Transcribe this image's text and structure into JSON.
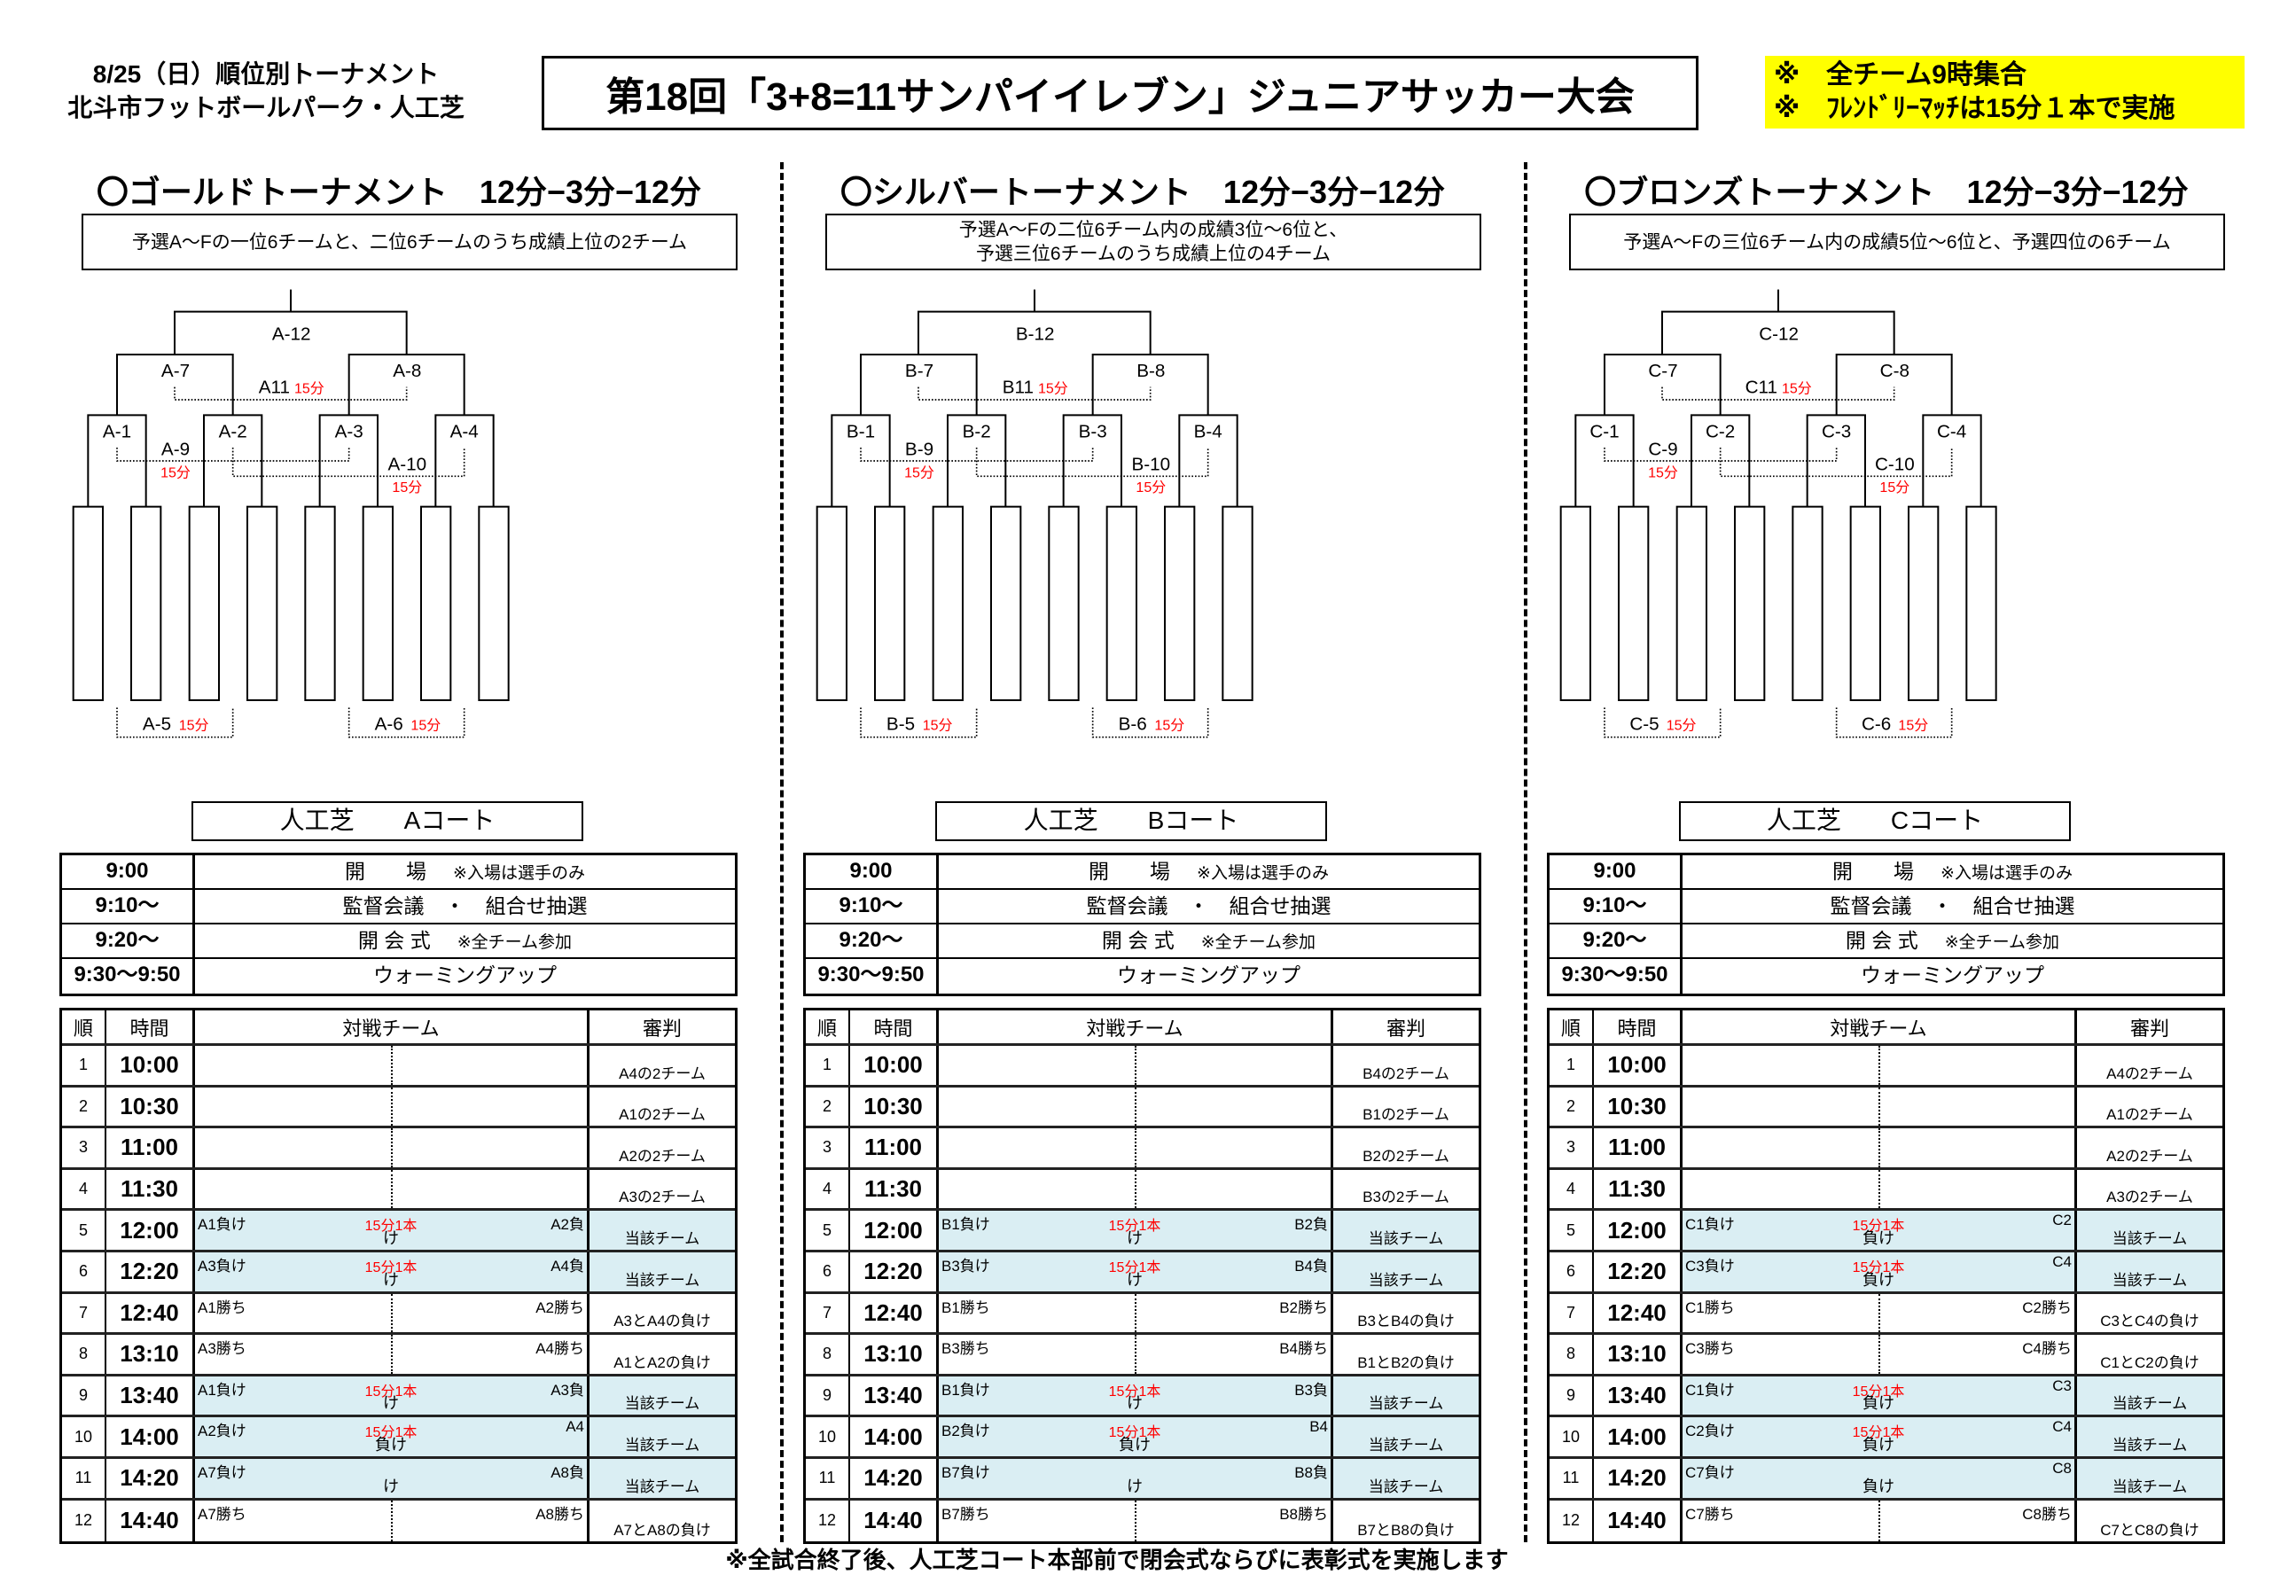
{
  "header": {
    "venue_lines": [
      "8/25（日）順位別トーナメント",
      "北斗市フットボールパーク・人工芝"
    ],
    "title": "第18回「3+8=11サンパイイレブン」ジュニアサッカー大会",
    "notices": [
      "※　全チーム9時集合",
      "※　ﾌﾚﾝﾄﾞﾘｰﾏｯﾁは15分１本で実施"
    ]
  },
  "footer": "※全試合終了後、人工芝コート本部前で閉会式ならびに表彰式を実施します",
  "colors": {
    "notice_bg": "#ffff00",
    "shaded_row": "#daeef3",
    "note_red": "#ff0000"
  },
  "schedule_header": {
    "no": "順",
    "time": "時間",
    "match": "対戦チーム",
    "referee": "審判"
  },
  "sections": [
    {
      "title": "〇ゴールドトーナメント　12分−3分−12分",
      "description": [
        "予選A～Fの一位6チームと、二位6チームのうち成績上位の2チーム"
      ],
      "bracket": {
        "final": "A-12",
        "semi": [
          "A-7",
          "A-8"
        ],
        "first": [
          "A-1",
          "A-2",
          "A-3",
          "A-4"
        ],
        "m11": "A11",
        "m9": "A-9",
        "m10": "A-10",
        "m5": "A-5",
        "m6": "A-6",
        "minutes": "15分"
      },
      "court": "人工芝　　Aコート",
      "timetable": [
        {
          "time": "9:00",
          "event": "開　　場",
          "note": "※入場は選手のみ"
        },
        {
          "time": "9:10〜",
          "event": "監督会議　・　組合せ抽選",
          "note": ""
        },
        {
          "time": "9:20〜",
          "event": "開 会 式",
          "note": "※全チーム参加"
        },
        {
          "time": "9:30〜9:50",
          "event": "ウォーミングアップ",
          "note": ""
        }
      ],
      "matches": [
        {
          "no": "1",
          "time": "10:00",
          "left": "",
          "note": "",
          "right": "",
          "bottom": "",
          "referee": "A4の2チーム",
          "shaded": false
        },
        {
          "no": "2",
          "time": "10:30",
          "left": "",
          "note": "",
          "right": "",
          "bottom": "",
          "referee": "A1の2チーム",
          "shaded": false
        },
        {
          "no": "3",
          "time": "11:00",
          "left": "",
          "note": "",
          "right": "",
          "bottom": "",
          "referee": "A2の2チーム",
          "shaded": false
        },
        {
          "no": "4",
          "time": "11:30",
          "left": "",
          "note": "",
          "right": "",
          "bottom": "",
          "referee": "A3の2チーム",
          "shaded": false
        },
        {
          "no": "5",
          "time": "12:00",
          "left": "A1負け",
          "note": "15分1本",
          "right": "A2負",
          "bottom": "け",
          "referee": "当該チーム",
          "shaded": true
        },
        {
          "no": "6",
          "time": "12:20",
          "left": "A3負け",
          "note": "15分1本",
          "right": "A4負",
          "bottom": "け",
          "referee": "当該チーム",
          "shaded": true
        },
        {
          "no": "7",
          "time": "12:40",
          "left": "A1勝ち",
          "note": "",
          "right": "A2勝ち",
          "bottom": "",
          "referee": "A3とA4の負け",
          "shaded": false
        },
        {
          "no": "8",
          "time": "13:10",
          "left": "A3勝ち",
          "note": "",
          "right": "A4勝ち",
          "bottom": "",
          "referee": "A1とA2の負け",
          "shaded": false
        },
        {
          "no": "9",
          "time": "13:40",
          "left": "A1負け",
          "note": "15分1本",
          "right": "A3負",
          "bottom": "け",
          "referee": "当該チーム",
          "shaded": true
        },
        {
          "no": "10",
          "time": "14:00",
          "left": " A2負け",
          "note": "15分1本",
          "right": "A4",
          "bottom": "負け",
          "referee": "当該チーム",
          "shaded": true
        },
        {
          "no": "11",
          "time": "14:20",
          "left": "A7負け",
          "note": "",
          "right": "A8負",
          "bottom": "け",
          "referee": "当該チーム",
          "shaded": true
        },
        {
          "no": "12",
          "time": "14:40",
          "left": "A7勝ち",
          "note": "",
          "right": "A8勝ち",
          "bottom": "",
          "referee": "A7とA8の負け",
          "shaded": false
        }
      ]
    },
    {
      "title": "〇シルバートーナメント　12分−3分−12分",
      "description": [
        "予選A～Fの二位6チーム内の成績3位～6位と、",
        "予選三位6チームのうち成績上位の4チーム"
      ],
      "bracket": {
        "final": "B-12",
        "semi": [
          "B-7",
          "B-8"
        ],
        "first": [
          "B-1",
          "B-2",
          "B-3",
          "B-4"
        ],
        "m11": "B11",
        "m9": "B-9",
        "m10": "B-10",
        "m5": "B-5",
        "m6": "B-6",
        "minutes": "15分"
      },
      "court": "人工芝　　Bコート",
      "timetable": [
        {
          "time": "9:00",
          "event": "開　　場",
          "note": "※入場は選手のみ"
        },
        {
          "time": "9:10〜",
          "event": "監督会議　・　組合せ抽選",
          "note": ""
        },
        {
          "time": "9:20〜",
          "event": "開 会 式",
          "note": "※全チーム参加"
        },
        {
          "time": "9:30〜9:50",
          "event": "ウォーミングアップ",
          "note": ""
        }
      ],
      "matches": [
        {
          "no": "1",
          "time": "10:00",
          "left": "",
          "note": "",
          "right": "",
          "bottom": "",
          "referee": "B4の2チーム",
          "shaded": false
        },
        {
          "no": "2",
          "time": "10:30",
          "left": "",
          "note": "",
          "right": "",
          "bottom": "",
          "referee": "B1の2チーム",
          "shaded": false
        },
        {
          "no": "3",
          "time": "11:00",
          "left": "",
          "note": "",
          "right": "",
          "bottom": "",
          "referee": "B2の2チーム",
          "shaded": false
        },
        {
          "no": "4",
          "time": "11:30",
          "left": "",
          "note": "",
          "right": "",
          "bottom": "",
          "referee": "B3の2チーム",
          "shaded": false
        },
        {
          "no": "5",
          "time": "12:00",
          "left": "B1負け",
          "note": "15分1本",
          "right": "B2負",
          "bottom": "け",
          "referee": "当該チーム",
          "shaded": true
        },
        {
          "no": "6",
          "time": "12:20",
          "left": "B3負け",
          "note": "15分1本",
          "right": "B4負",
          "bottom": "け",
          "referee": "当該チーム",
          "shaded": true
        },
        {
          "no": "7",
          "time": "12:40",
          "left": "B1勝ち",
          "note": "",
          "right": "B2勝ち",
          "bottom": "",
          "referee": "B3とB4の負け",
          "shaded": false
        },
        {
          "no": "8",
          "time": "13:10",
          "left": "B3勝ち",
          "note": "",
          "right": "B4勝ち",
          "bottom": "",
          "referee": "B1とB2の負け",
          "shaded": false
        },
        {
          "no": "9",
          "time": "13:40",
          "left": "B1負け",
          "note": "15分1本",
          "right": "B3負",
          "bottom": "け",
          "referee": "当該チーム",
          "shaded": true
        },
        {
          "no": "10",
          "time": "14:00",
          "left": " B2負け",
          "note": "15分1本",
          "right": "B4",
          "bottom": "負け",
          "referee": "当該チーム",
          "shaded": true
        },
        {
          "no": "11",
          "time": "14:20",
          "left": "B7負け",
          "note": "",
          "right": "B8負",
          "bottom": "け",
          "referee": "当該チーム",
          "shaded": true
        },
        {
          "no": "12",
          "time": "14:40",
          "left": "B7勝ち",
          "note": "",
          "right": "B8勝ち",
          "bottom": "",
          "referee": "B7とB8の負け",
          "shaded": false
        }
      ]
    },
    {
      "title": "〇ブロンズトーナメント　12分−3分−12分",
      "description": [
        "予選A～Fの三位6チーム内の成績5位～6位と、予選四位の6チーム"
      ],
      "bracket": {
        "final": "C-12",
        "semi": [
          "C-7",
          "C-8"
        ],
        "first": [
          "C-1",
          "C-2",
          "C-3",
          "C-4"
        ],
        "m11": "C11",
        "m9": "C-9",
        "m10": "C-10",
        "m5": "C-5",
        "m6": "C-6",
        "minutes": "15分"
      },
      "court": "人工芝　　Cコート",
      "timetable": [
        {
          "time": "9:00",
          "event": "開　　場",
          "note": "※入場は選手のみ"
        },
        {
          "time": "9:10〜",
          "event": "監督会議　・　組合せ抽選",
          "note": ""
        },
        {
          "time": "9:20〜",
          "event": "開 会 式",
          "note": "※全チーム参加"
        },
        {
          "time": "9:30〜9:50",
          "event": "ウォーミングアップ",
          "note": ""
        }
      ],
      "matches": [
        {
          "no": "1",
          "time": "10:00",
          "left": "",
          "note": "",
          "right": "",
          "bottom": "",
          "referee": "A4の2チーム",
          "shaded": false
        },
        {
          "no": "2",
          "time": "10:30",
          "left": "",
          "note": "",
          "right": "",
          "bottom": "",
          "referee": "A1の2チーム",
          "shaded": false
        },
        {
          "no": "3",
          "time": "11:00",
          "left": "",
          "note": "",
          "right": "",
          "bottom": "",
          "referee": "A2の2チーム",
          "shaded": false
        },
        {
          "no": "4",
          "time": "11:30",
          "left": "",
          "note": "",
          "right": "",
          "bottom": "",
          "referee": "A3の2チーム",
          "shaded": false
        },
        {
          "no": "5",
          "time": "12:00",
          "left": " C1負け",
          "note": "15分1本",
          "right": "C2",
          "bottom": "負け",
          "referee": "当該チーム",
          "shaded": true
        },
        {
          "no": "6",
          "time": "12:20",
          "left": " C3負け",
          "note": "15分1本",
          "right": "C4",
          "bottom": "負け",
          "referee": "当該チーム",
          "shaded": true
        },
        {
          "no": "7",
          "time": "12:40",
          "left": "C1勝ち",
          "note": "",
          "right": "C2勝ち",
          "bottom": "",
          "referee": "C3とC4の負け",
          "shaded": false
        },
        {
          "no": "8",
          "time": "13:10",
          "left": "C3勝ち",
          "note": "",
          "right": "C4勝ち",
          "bottom": "",
          "referee": "C1とC2の負け",
          "shaded": false
        },
        {
          "no": "9",
          "time": "13:40",
          "left": " C1負け",
          "note": "15分1本",
          "right": "C3",
          "bottom": "負け",
          "referee": "当該チーム",
          "shaded": true
        },
        {
          "no": "10",
          "time": "14:00",
          "left": " C2負け",
          "note": "15分1本",
          "right": "C4",
          "bottom": "負け",
          "referee": "当該チーム",
          "shaded": true
        },
        {
          "no": "11",
          "time": "14:20",
          "left": " C7負け",
          "note": "",
          "right": "C8",
          "bottom": "負け",
          "referee": "当該チーム",
          "shaded": true
        },
        {
          "no": "12",
          "time": "14:40",
          "left": "C7勝ち",
          "note": "",
          "right": "C8勝ち",
          "bottom": "",
          "referee": "C7とC8の負け",
          "shaded": false
        }
      ]
    }
  ]
}
